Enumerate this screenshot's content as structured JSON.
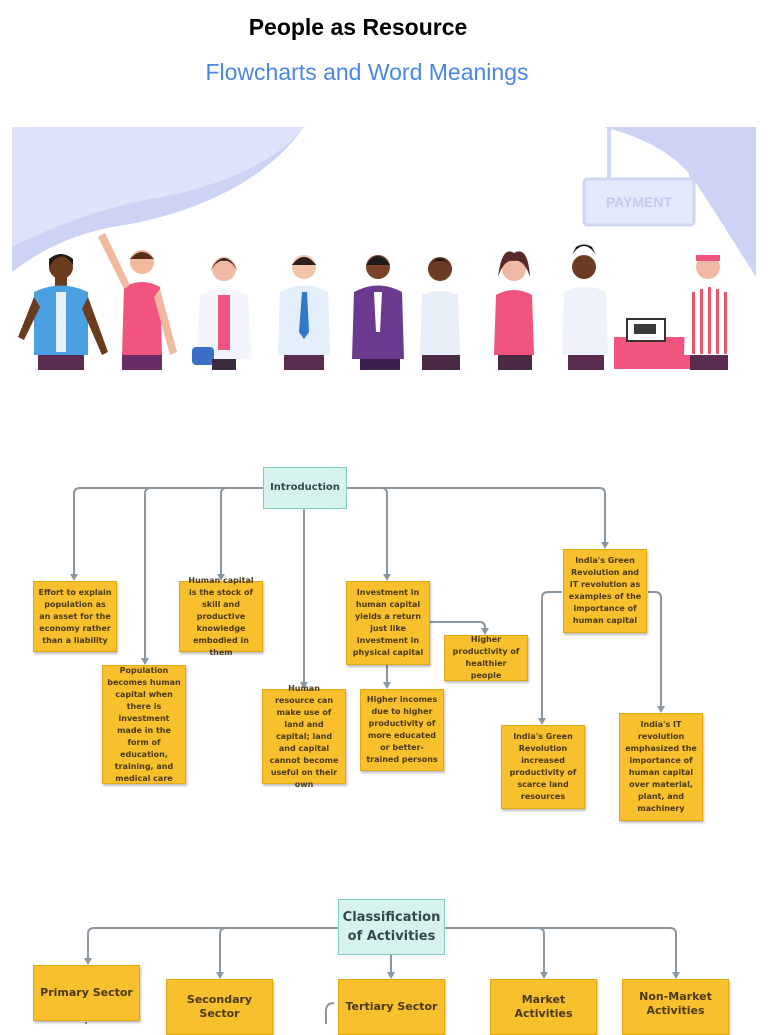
{
  "header": {
    "title": "People as Resource",
    "subtitle": "Flowcharts and Word Meanings"
  },
  "banner": {
    "sign_text": "PAYMENT"
  },
  "flowchart1": {
    "root": "Introduction",
    "nodes": [
      "Effort to explain population as an asset for the economy rather than a liability",
      "Population becomes human capital when there is investment made in the form of education, training, and medical care",
      "Human capital is the stock of skill and productive knowledge embodied in them",
      "Human resource can make use of land and capital; land and capital cannot become useful on their own",
      "Investment in human capital yields a return just like investment in physical capital",
      "Higher productivity of healthier people",
      "Higher incomes due to higher productivity of more educated or better-trained persons",
      "India's Green Revolution and IT revolution as examples of the importance of human capital",
      "India's Green Revolution increased productivity of scarce land resources",
      "India's IT revolution emphasized the importance of human capital over material, plant, and machinery"
    ]
  },
  "flowchart2": {
    "root": "Classification of Activities",
    "nodes": [
      "Primary Sector",
      "Secondary Sector",
      "Tertiary Sector",
      "Market Activities",
      "Non-Market Activities"
    ]
  },
  "colors": {
    "node_fill": "#f7c02c",
    "root_fill": "#d5f2ee",
    "connector": "#8a96a0",
    "subtitle": "#4a86e8"
  }
}
